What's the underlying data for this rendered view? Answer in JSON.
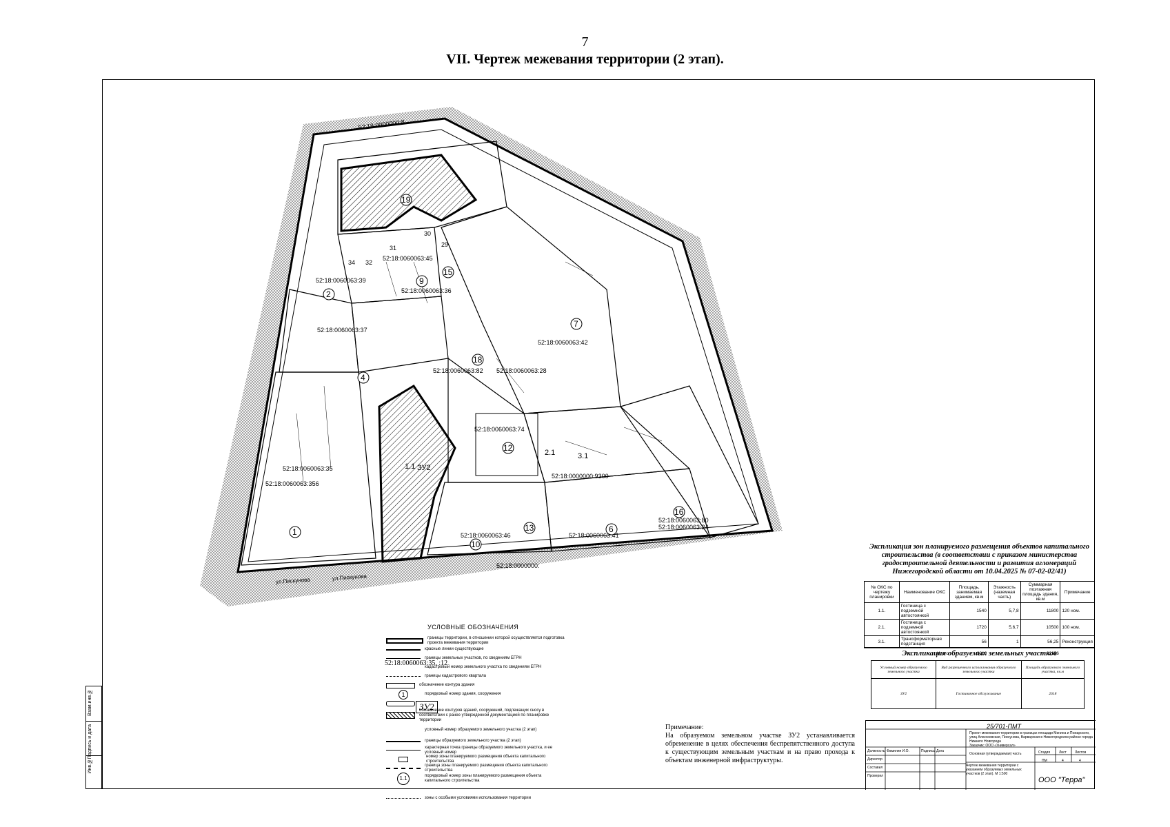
{
  "header": {
    "page_number": "7",
    "title": "VII. Чертеж межевания территории (2 этап)."
  },
  "map": {
    "parcels": [
      "52:18:0000000:8",
      "52:18:0060063:45",
      "52:18:0060063:39",
      "52:18:0060063:36",
      "52:18:0060063:37",
      "52:18:0060063:42",
      "52:18:0060063:82",
      "52:18:0060063:28",
      "52:18:0060063:74",
      "52:18:0060063:35",
      "52:18:0060063:356",
      "52:18:0060063:46",
      "52:18:0060063:41",
      "52:18:0060063:80",
      "52:18:0060063:24",
      "52:18:0000000:9300",
      "52:18:0000000:"
    ],
    "markers": [
      "1",
      "2",
      "4",
      "6",
      "7",
      "9",
      "10",
      "12",
      "13",
      "15",
      "16",
      "18",
      "19"
    ],
    "zones": [
      "1.1",
      "2.1",
      "3.1",
      "ЗУ2"
    ],
    "points": [
      "29",
      "30",
      "31",
      "32",
      "34"
    ],
    "streets": [
      "ул.Пискунова",
      "ул.Пискунова"
    ]
  },
  "legend": {
    "title": "УСЛОВНЫЕ ОБОЗНАЧЕНИЯ",
    "items": [
      "границы территории, в отношении которой осуществляется подготовка проекта межевания территории",
      "красные линии существующие",
      "границы земельных участков, по сведениям ЕГРН",
      "кадастровый номер земельного участка по сведениям ЕГРН",
      "границы кадастрового квартала",
      "обозначение контура здания",
      "порядковый номер здания, сооружения",
      "",
      "обозначение контуров зданий, сооружений, подлежащих сносу в соответствии с ранее утвержденной документацией по планировке территории",
      "условный номер образуемого земельного участка (2 этап)",
      "границы образуемого земельного участка (2 этап)",
      "характерная точка границы образуемого земельного участка, и ее условный номер",
      "номер зоны планируемого размещения объекта капитального строительства",
      "граница зоны планируемого размещения объекта капитального строительства",
      "порядковый номер зоны планируемого размещения объекта капитального строительства",
      "",
      "зоны с особыми условиями использования территории"
    ],
    "sample_cadnum": "52:18:0060063:35, :12",
    "sample_zu": "ЗУ2",
    "sample_marker": "1",
    "sample_zone": "1.1"
  },
  "note": {
    "title": "Примечание:",
    "text": "На образуемом земельном участке ЗУ2 устанавливается обременение в целях обеспечения беспрепятственного доступа к существующим земельным участкам и на право прохода к объектам инженерной инфраструктуры."
  },
  "explication1": {
    "title": "Экспликация зон планируемого размещения объектов капитального строительства (в соответствии с приказом министерства градостроительной деятельности и развития агломераций Нижегородской области от 10.04.2025 № 07-02-02/41)",
    "headers": [
      "№ ОКС по чертежу планировки",
      "Наименование ОКС",
      "Площадь, занимаемая зданием, кв.м",
      "Этажность (наземная часть)",
      "Суммарная поэтажная площадь здания, кв.м",
      "Примечание"
    ],
    "rows": [
      [
        "1.1.",
        "Гостиница с подземной автостоянкой",
        "1540",
        "5,7,8",
        "11800",
        "120 ном."
      ],
      [
        "2.1.",
        "Гостиница с подземной автостоянкой",
        "1720",
        "5,6,7",
        "10500",
        "100 ном."
      ],
      [
        "3.1.",
        "Трансформаторная подстанция",
        "56",
        "1",
        "56,25",
        "Реконструкция"
      ]
    ],
    "total_label": "Итого",
    "total_area": "3316",
    "total_floor": "22356"
  },
  "explication2": {
    "title": "Экспликация образуемых земельных участков",
    "headers": [
      "Условный номер образуемого земельного участка",
      "Вид разрешенного использования образуемого земельного участка",
      "Площадь образуемого земельного участка, кв.м"
    ],
    "row": [
      "ЗУ2",
      "Гостиничное обслуживание",
      "2618"
    ]
  },
  "stamp": {
    "code": "25/701-ПМТ",
    "project": "Проект межевания территории в границах площади Минина и Пожарского, улиц Алексеевская, Пискунова, Варварская в Нижегородском районе города Нижнего Новгорода",
    "customer": "Заказчик: ООО «Универсал»",
    "rows": [
      [
        "Должность",
        "Фамилия И.О.",
        "Подпись",
        "Дата"
      ],
      [
        "Директор",
        "",
        "",
        ""
      ],
      [
        "Составил",
        "",
        "",
        ""
      ],
      [
        "Проверил",
        "",
        "",
        ""
      ]
    ],
    "section": "Основная (утверждаемая) часть",
    "sheet_title": "Чертеж межевания территории с указанием образуемых земельных участков (2 этап). М 1:500",
    "stage_label": "Стадия",
    "sheet_label": "Лист",
    "sheets_label": "Листов",
    "stage": "ПМ",
    "sheet": "4",
    "sheets": "4",
    "firm": "ООО \"Терра\""
  },
  "sidebox": [
    "Инв.№",
    "Подпись и дата",
    "Взам.инв.№"
  ]
}
